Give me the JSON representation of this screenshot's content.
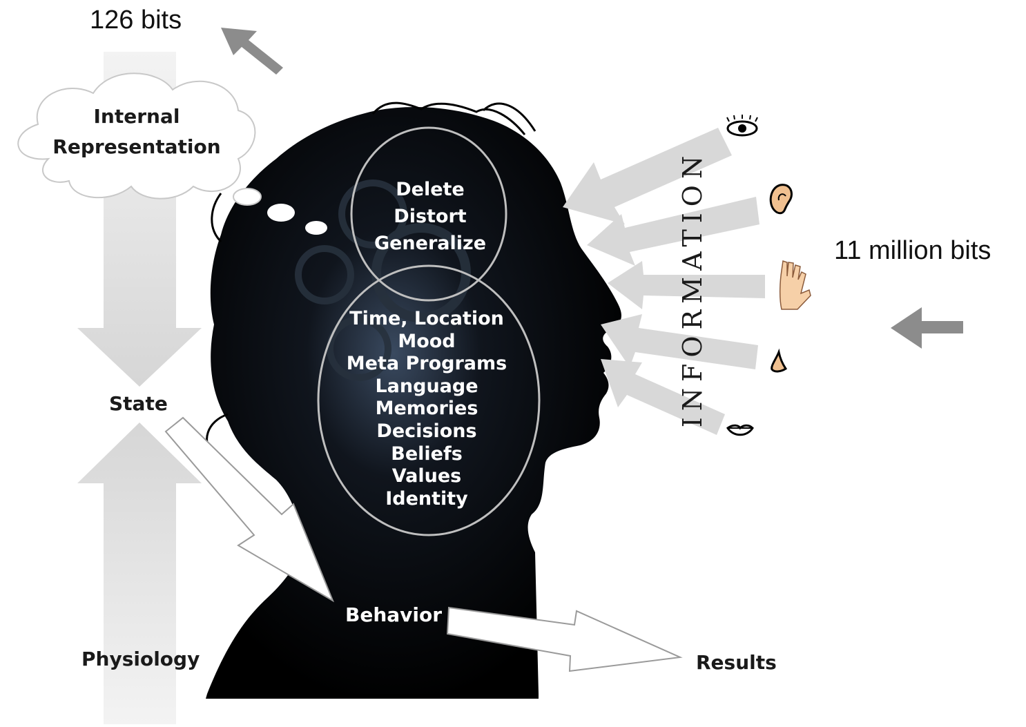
{
  "top_bits": "126 bits",
  "right_bits": "11 million bits",
  "cloud_text": "Internal\nRepresentation",
  "cloud_line1": "Internal",
  "cloud_line2": "Representation",
  "state": "State",
  "physiology": "Physiology",
  "behavior": "Behavior",
  "results": "Results",
  "information": "INFORMATION",
  "filters": [
    "Delete",
    "Distort",
    "Generalize"
  ],
  "inner_factors": [
    "Time, Location",
    "Mood",
    "Meta Programs",
    "Language",
    "Memories",
    "Decisions",
    "Beliefs",
    "Values",
    "Identity"
  ],
  "senses": [
    "eye-icon",
    "ear-icon",
    "hand-icon",
    "nose-icon",
    "mouth-icon"
  ],
  "colors": {
    "silhouette": "#000000",
    "gray_arrow": "#d9d9d9",
    "dark_arrow": "#888888"
  }
}
